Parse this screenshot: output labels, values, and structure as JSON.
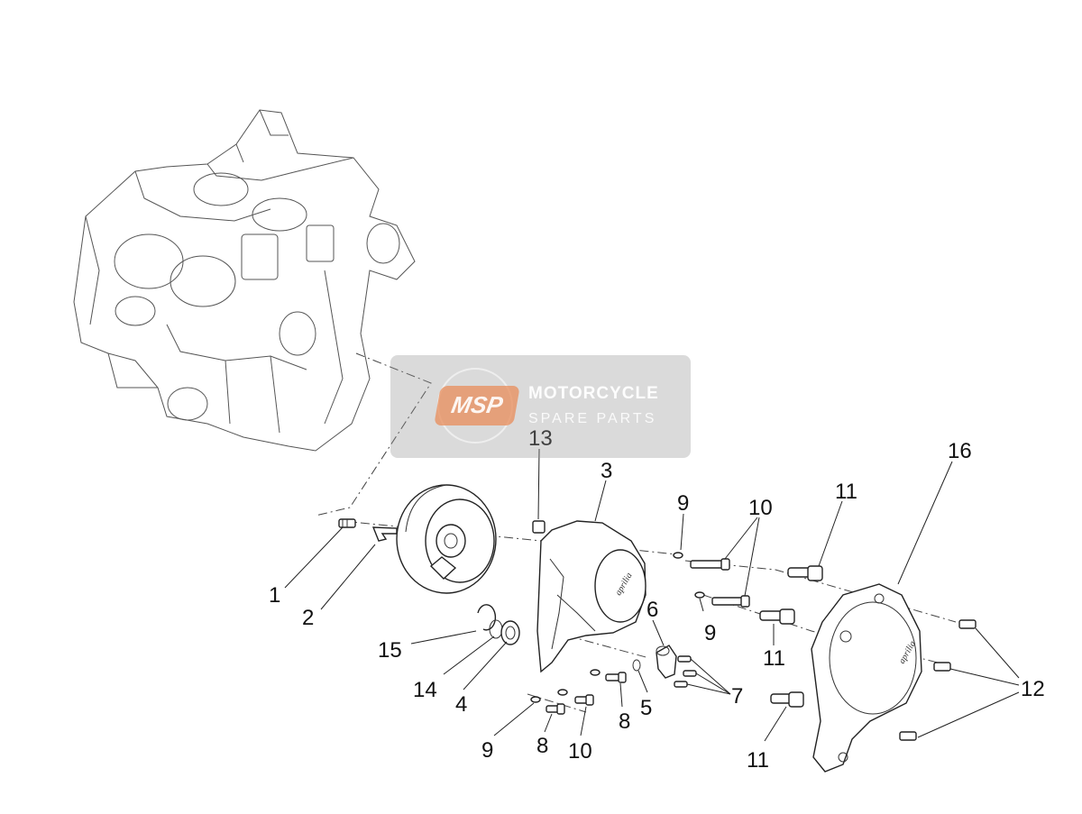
{
  "watermark": {
    "badge": "MSP",
    "title": "MOTORCYCLE",
    "subtitle": "SPARE PARTS"
  },
  "callouts": {
    "c1": "1",
    "c2": "2",
    "c3": "3",
    "c4": "4",
    "c5": "5",
    "c6": "6",
    "c7": "7",
    "c8a": "8",
    "c8b": "8",
    "c9a": "9",
    "c9b": "9",
    "c9c": "9",
    "c10a": "10",
    "c10b": "10",
    "c11a": "11",
    "c11b": "11",
    "c11c": "11",
    "c12": "12",
    "c13": "13",
    "c14": "14",
    "c15": "15",
    "c16": "16"
  }
}
